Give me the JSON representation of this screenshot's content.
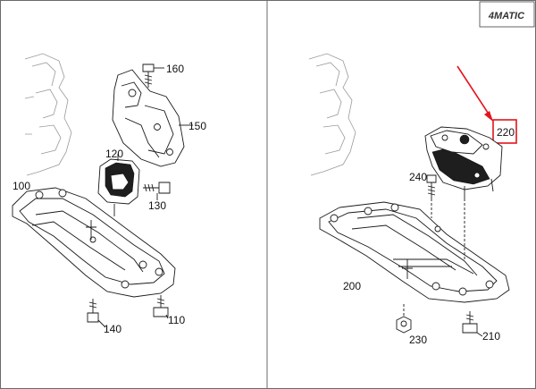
{
  "badge": {
    "text": "4MATIC"
  },
  "colors": {
    "highlight": "#e3141b",
    "line": "#1a1a1a",
    "background": "#9a9a9a"
  },
  "left_panel": {
    "labels": {
      "p160": "160",
      "p150": "150",
      "p120": "120",
      "p130": "130",
      "p100": "100",
      "p140": "140",
      "p110": "110"
    }
  },
  "right_panel": {
    "labels": {
      "p220": "220",
      "p240": "240",
      "p200": "200",
      "p230": "230",
      "p210": "210"
    },
    "highlighted_part": "220"
  }
}
